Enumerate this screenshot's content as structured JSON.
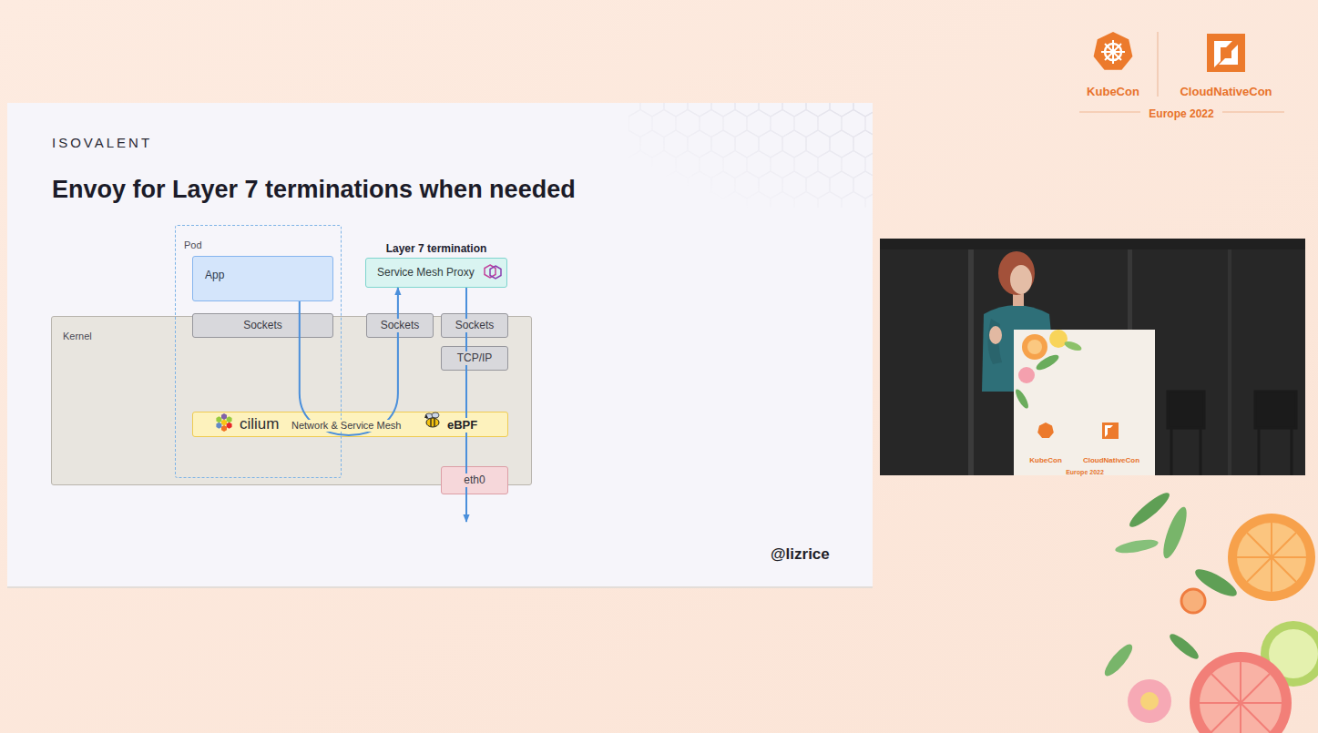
{
  "diagram": {
    "title": "Envoy for Layer 7 terminations when needed",
    "nodes": [
      {
        "text": [
          "Pod"
        ]
      },
      {
        "text": [
          "App"
        ],
        "in": 0
      },
      {
        "text": [
          "Layer 7 termination",
          "Service Mesh Proxy"
        ]
      },
      {
        "text": [
          "Kernel"
        ]
      },
      {
        "text": [
          "Sockets"
        ],
        "in": 0
      },
      {
        "text": [
          "Sockets"
        ],
        "in": 3
      },
      {
        "text": [
          "Sockets"
        ],
        "in": 3
      },
      {
        "text": [
          "TCP/IP"
        ],
        "in": 3
      },
      {
        "text": [
          "cilium",
          "Network & Service Mesh",
          "eBPF"
        ],
        "in": 3
      },
      {
        "text": [
          "eth0"
        ],
        "in": 3
      }
    ],
    "edges": [
      {
        "from": 1,
        "to": 2,
        "arrow": "to"
      },
      {
        "from": 2,
        "to": 9,
        "arrow": "to"
      }
    ],
    "labels": [
      "ISOVALENT",
      "@lizrice",
      "KubeCon",
      "CloudNativeCon",
      "Europe 2022",
      "KubeCon",
      "CloudNativeCon",
      "Europe 2022"
    ]
  }
}
